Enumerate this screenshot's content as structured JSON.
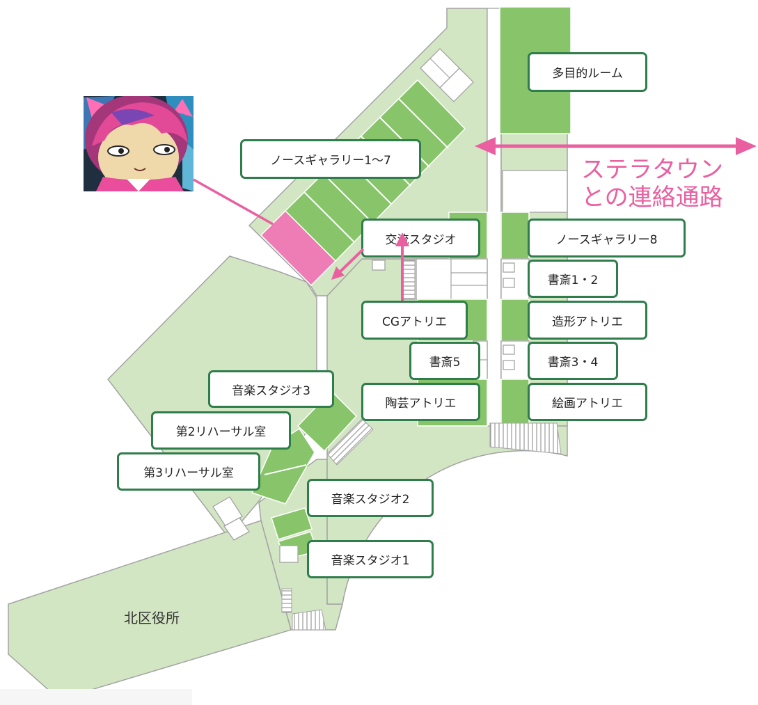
{
  "map": {
    "labels": {
      "multipurpose_room": "多目的ルーム",
      "north_gallery_1_7": "ノースギャラリー1〜7",
      "exchange_studio": "交流スタジオ",
      "north_gallery_8": "ノースギャラリー8",
      "study_1_2": "書斎1・2",
      "cg_atelier": "CGアトリエ",
      "sculpture_atelier": "造形アトリエ",
      "study_5": "書斎5",
      "study_3_4": "書斎3・4",
      "music_studio_3": "音楽スタジオ3",
      "ceramics_atelier": "陶芸アトリエ",
      "painting_atelier": "絵画アトリエ",
      "rehearsal_room_2": "第2リハーサル室",
      "rehearsal_room_3": "第3リハーサル室",
      "music_studio_2": "音楽スタジオ2",
      "music_studio_1": "音楽スタジオ1",
      "kita_ward_office": "北区役所"
    },
    "connection_note": {
      "line1": "ステラタウン",
      "line2": "との連絡通路"
    },
    "colors": {
      "accent_pink": "#e95fa0",
      "label_border": "#2f7d4b",
      "room_green": "#88c46a",
      "area_light_green": "#d3e6c3",
      "highlight_pink": "#ef7db5"
    }
  }
}
